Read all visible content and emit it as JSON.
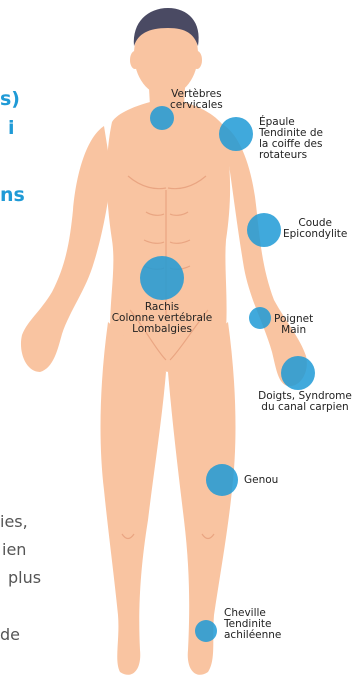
{
  "background_text": {
    "left_fragments_blue": [
      "s)",
      "i",
      "ns"
    ],
    "left_fragments_gray": [
      "ies,",
      "ien",
      "plus",
      "de"
    ]
  },
  "labels": {
    "cervicales": [
      "Vertèbres",
      "cervicales"
    ],
    "epaule": [
      "Épaule",
      "Tendinite de",
      "la coiffe des",
      "rotateurs"
    ],
    "coude": [
      "Coude",
      "Epicondylite"
    ],
    "rachis": [
      "Rachis",
      "Colonne vertébrale",
      "Lombalgies"
    ],
    "poignet": [
      "Poignet",
      "Main"
    ],
    "doigts": [
      "Doigts, Syndrome",
      "du canal carpien"
    ],
    "genou": [
      "Genou"
    ],
    "cheville": [
      "Cheville",
      "Tendinite",
      "achiléenne"
    ]
  },
  "colors": {
    "skin": "#f9c4a1",
    "skin_line": "#e8a27f",
    "hair": "#4a4a63",
    "marker": "#1e9ad6",
    "accent_text": "#1f9ad6"
  }
}
